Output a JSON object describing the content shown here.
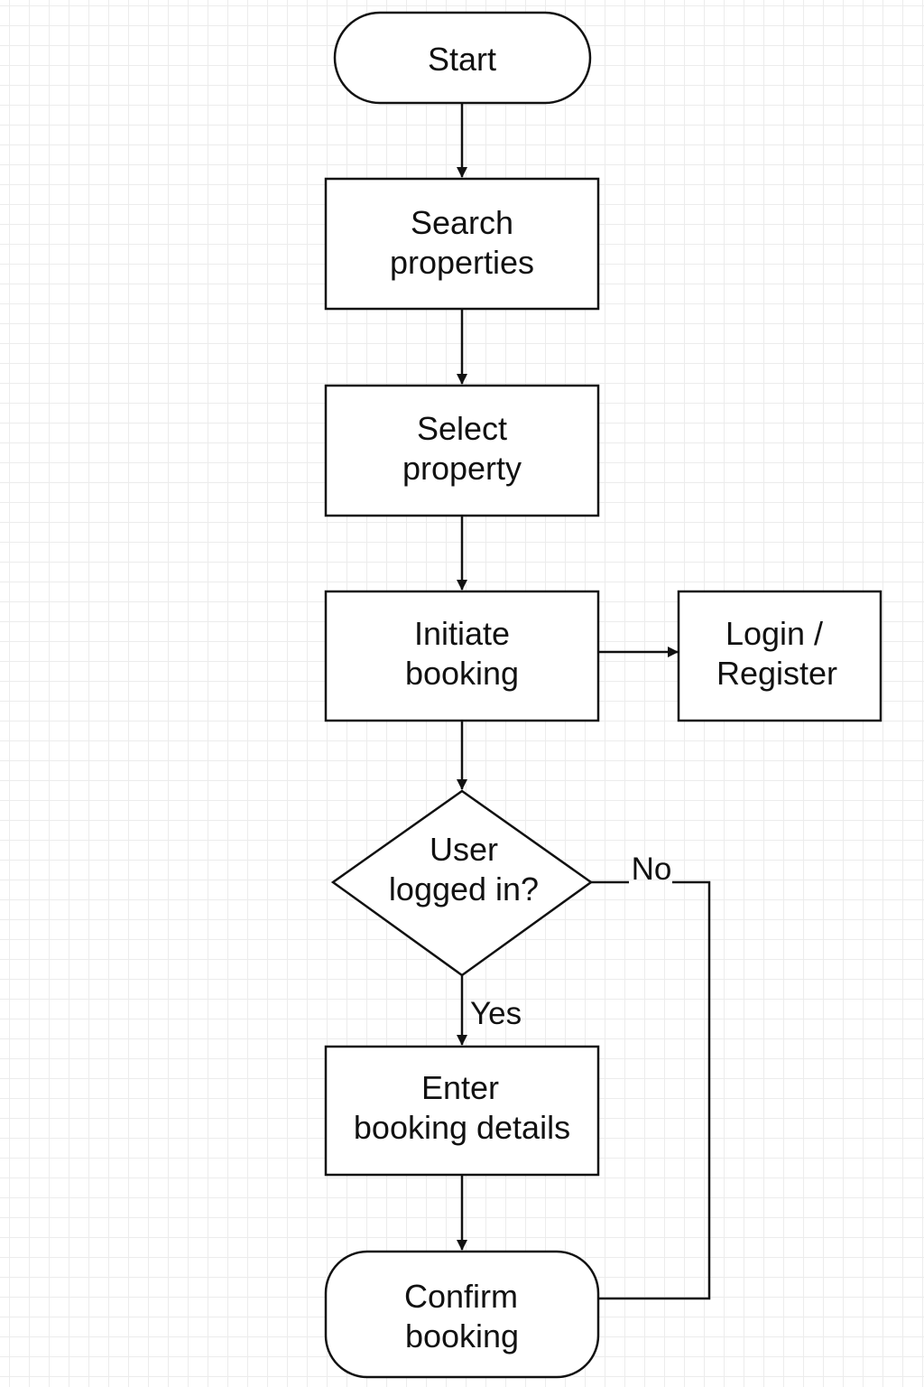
{
  "diagram": {
    "type": "flowchart",
    "nodes": {
      "start": {
        "shape": "terminal",
        "lines": [
          "Start"
        ]
      },
      "search": {
        "shape": "process",
        "lines": [
          "Search",
          "properties"
        ]
      },
      "select": {
        "shape": "process",
        "lines": [
          "Select",
          "property"
        ]
      },
      "initiate": {
        "shape": "process",
        "lines": [
          "Initiate",
          "booking"
        ]
      },
      "login": {
        "shape": "process",
        "lines": [
          "Login /",
          "Register"
        ]
      },
      "decision": {
        "shape": "decision",
        "lines": [
          "User",
          "logged in?"
        ]
      },
      "enter": {
        "shape": "process",
        "lines": [
          "Enter",
          "booking details"
        ]
      },
      "confirm": {
        "shape": "terminal",
        "lines": [
          "Confirm",
          "booking"
        ]
      }
    },
    "edges": {
      "decision_no": {
        "label": "No"
      },
      "decision_yes": {
        "label": "Yes"
      }
    },
    "colors": {
      "stroke": "#111111",
      "grid": "#ececec",
      "background": "#ffffff"
    }
  }
}
